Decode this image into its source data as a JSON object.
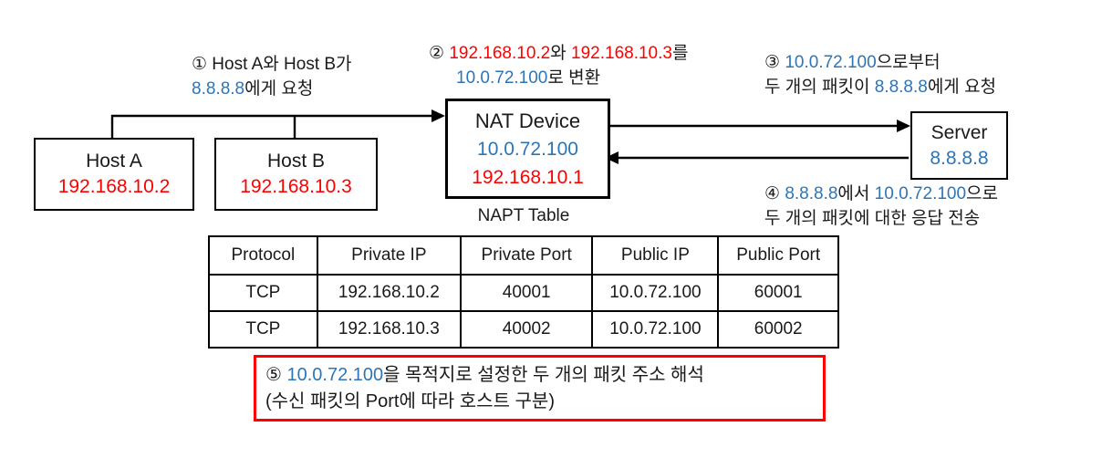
{
  "colors": {
    "red": "#ff0000",
    "blue": "#2e75b6",
    "black": "#000000"
  },
  "nodes": {
    "host_a": {
      "name": "Host A",
      "ip": "192.168.10.2"
    },
    "host_b": {
      "name": "Host B",
      "ip": "192.168.10.3"
    },
    "nat": {
      "name": "NAT Device",
      "public_ip": "10.0.72.100",
      "private_ip": "192.168.10.1"
    },
    "server": {
      "name": "Server",
      "ip": "8.8.8.8"
    }
  },
  "annotations": {
    "step1": {
      "l1": "① Host A와 Host B가",
      "l2_ip": "8.8.8.8",
      "l2_rest": "에게 요청"
    },
    "step2": {
      "l1_prefix": "② ",
      "l1_ip1": "192.168.10.2",
      "l1_mid": "와 ",
      "l1_ip2": "192.168.10.3",
      "l1_suffix": "를",
      "l2_ip": "10.0.72.100",
      "l2_rest": "로 변환"
    },
    "step3": {
      "l1_prefix": "③ ",
      "l1_ip": "10.0.72.100",
      "l1_suffix": "으로부터",
      "l2_pre": "두 개의 패킷이 ",
      "l2_ip": "8.8.8.8",
      "l2_suffix": "에게 요청"
    },
    "step4": {
      "l1_prefix": "④ ",
      "l1_ip1": "8.8.8.8",
      "l1_mid": "에서 ",
      "l1_ip2": "10.0.72.100",
      "l1_suffix": "으로",
      "l2": "두 개의 패킷에 대한 응답 전송"
    },
    "step5": {
      "l1_prefix": "⑤ ",
      "l1_ip": "10.0.72.100",
      "l1_suffix": "을 목적지로 설정한 두 개의 패킷 주소 해석",
      "l2": "(수신 패킷의 Port에 따라 호스트 구분)"
    }
  },
  "table": {
    "title": "NAPT Table",
    "headers": [
      "Protocol",
      "Private IP",
      "Private Port",
      "Public IP",
      "Public Port"
    ],
    "rows": [
      [
        "TCP",
        "192.168.10.2",
        "40001",
        "10.0.72.100",
        "60001"
      ],
      [
        "TCP",
        "192.168.10.3",
        "40002",
        "10.0.72.100",
        "60002"
      ]
    ]
  }
}
